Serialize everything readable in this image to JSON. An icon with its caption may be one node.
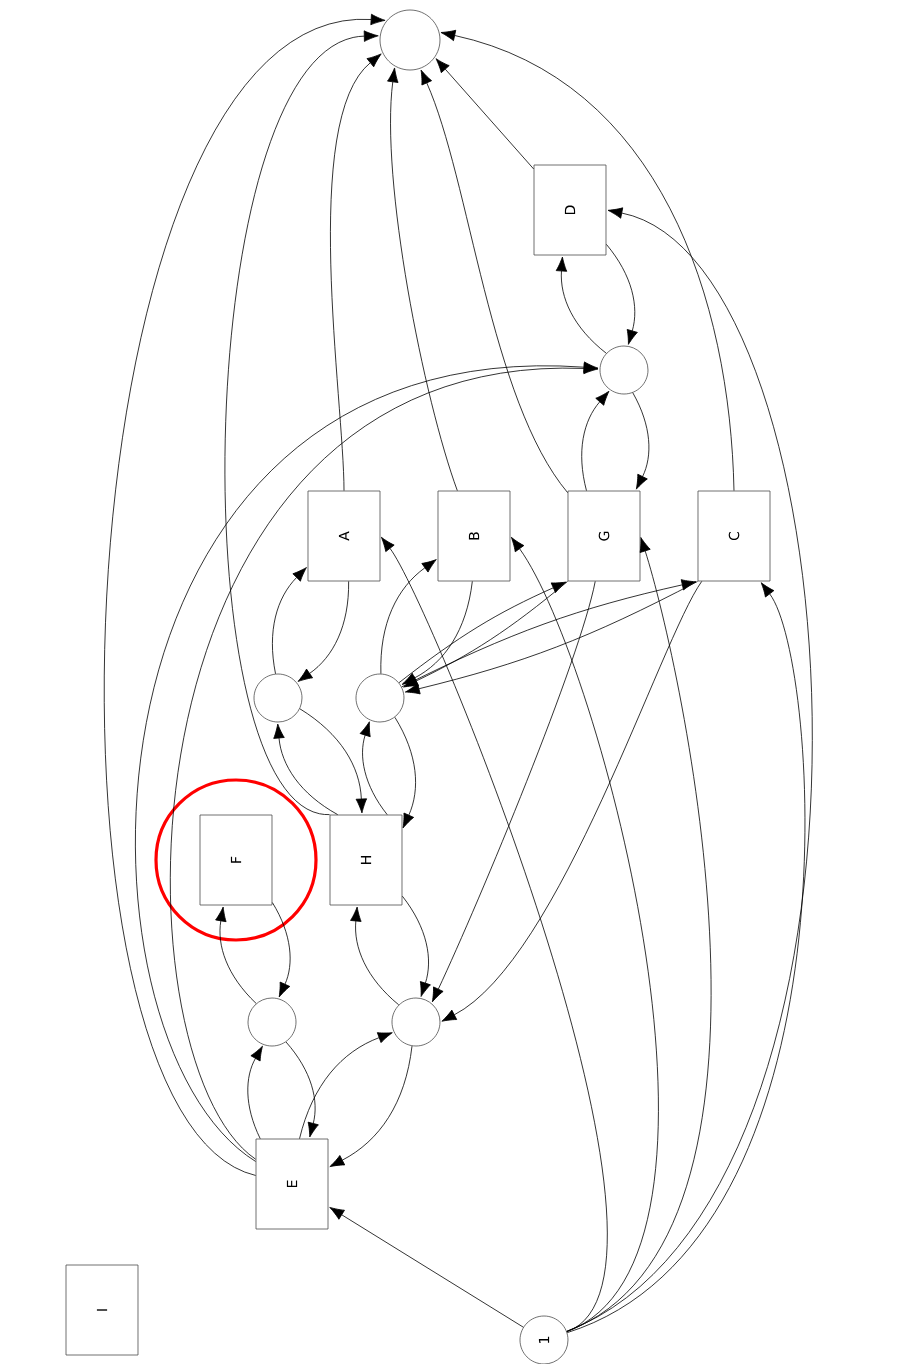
{
  "diagram": {
    "nodes": [
      {
        "text": [],
        "shape": "circle"
      },
      {
        "text": [
          "D"
        ]
      },
      {
        "text": [],
        "shape": "circle"
      },
      {
        "text": [
          "A"
        ]
      },
      {
        "text": [
          "B"
        ]
      },
      {
        "text": [
          "G"
        ]
      },
      {
        "text": [
          "C"
        ]
      },
      {
        "text": [],
        "shape": "circle"
      },
      {
        "text": [],
        "shape": "circle"
      },
      {
        "text": [
          "F"
        ]
      },
      {
        "text": [
          "H"
        ]
      },
      {
        "text": [],
        "shape": "circle"
      },
      {
        "text": [],
        "shape": "circle"
      },
      {
        "text": [
          "E"
        ]
      },
      {
        "text": [
          "I"
        ]
      },
      {
        "text": [
          "1"
        ]
      }
    ],
    "edges": [
      {
        "from": 13,
        "to": 0,
        "arrow": "to"
      },
      {
        "from": 10,
        "to": 0,
        "arrow": "to"
      },
      {
        "from": 3,
        "to": 0,
        "arrow": "to"
      },
      {
        "from": 4,
        "to": 0,
        "arrow": "to"
      },
      {
        "from": 5,
        "to": 0,
        "arrow": "to"
      },
      {
        "from": 1,
        "to": 0,
        "arrow": "to"
      },
      {
        "from": 6,
        "to": 0,
        "arrow": "to"
      },
      {
        "from": 1,
        "to": 2,
        "arrow": "to"
      },
      {
        "from": 2,
        "to": 1,
        "arrow": "to"
      },
      {
        "from": 2,
        "to": 5,
        "arrow": "to"
      },
      {
        "from": 5,
        "to": 2,
        "arrow": "to"
      },
      {
        "from": 13,
        "to": 2,
        "arrow": "to"
      },
      {
        "from": 13,
        "to": 2,
        "arrow": "to"
      },
      {
        "from": 15,
        "to": 1,
        "arrow": "to"
      },
      {
        "from": 15,
        "to": 6,
        "arrow": "to"
      },
      {
        "from": 15,
        "to": 5,
        "arrow": "to"
      },
      {
        "from": 15,
        "to": 4,
        "arrow": "to"
      },
      {
        "from": 15,
        "to": 3,
        "arrow": "to"
      },
      {
        "from": 15,
        "to": 13,
        "arrow": "to"
      },
      {
        "from": 3,
        "to": 7,
        "arrow": "to"
      },
      {
        "from": 7,
        "to": 3,
        "arrow": "to"
      },
      {
        "from": 7,
        "to": 10,
        "arrow": "to"
      },
      {
        "from": 10,
        "to": 7,
        "arrow": "to"
      },
      {
        "from": 4,
        "to": 8,
        "arrow": "to"
      },
      {
        "from": 8,
        "to": 4,
        "arrow": "to"
      },
      {
        "from": 8,
        "to": 10,
        "arrow": "to"
      },
      {
        "from": 10,
        "to": 8,
        "arrow": "to"
      },
      {
        "from": 5,
        "to": 8,
        "arrow": "to"
      },
      {
        "from": 6,
        "to": 8,
        "arrow": "to"
      },
      {
        "from": 8,
        "to": 5,
        "arrow": "to"
      },
      {
        "from": 8,
        "to": 6,
        "arrow": "to"
      },
      {
        "from": 9,
        "to": 11,
        "arrow": "to"
      },
      {
        "from": 11,
        "to": 9,
        "arrow": "to"
      },
      {
        "from": 11,
        "to": 13,
        "arrow": "to"
      },
      {
        "from": 13,
        "to": 11,
        "arrow": "to"
      },
      {
        "from": 10,
        "to": 12,
        "arrow": "to"
      },
      {
        "from": 12,
        "to": 10,
        "arrow": "to"
      },
      {
        "from": 12,
        "to": 13,
        "arrow": "to"
      },
      {
        "from": 13,
        "to": 12,
        "arrow": "to"
      },
      {
        "from": 5,
        "to": 12,
        "arrow": "to"
      },
      {
        "from": 6,
        "to": 12,
        "arrow": "to"
      }
    ]
  }
}
